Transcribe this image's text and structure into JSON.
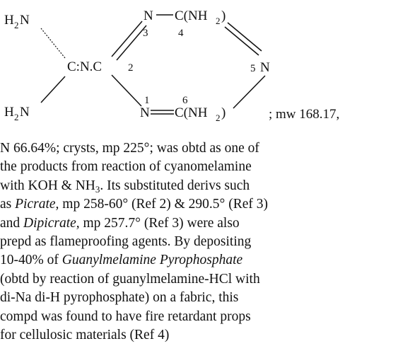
{
  "structure": {
    "left_amine_top": {
      "h": "H",
      "sub": "2",
      "n": "N"
    },
    "left_amine_bottom": {
      "h": "H",
      "sub": "2",
      "n": "N"
    },
    "center_group": "C:N.C",
    "atom_n3": "N",
    "group_c4": {
      "pre": "C(NH",
      "sub": "2",
      "post": ")"
    },
    "atom_n5": "N",
    "atom_n1": "N",
    "group_c6": {
      "pre": "C(NH",
      "sub": "2",
      "post": ")"
    },
    "ring_numbers": {
      "n1": "1",
      "c2": "2",
      "n3": "3",
      "c4": "4",
      "n5": "5",
      "c6": "6"
    },
    "mw_text": "; mw 168.17,"
  },
  "body_text": {
    "line1": "N 66.64%; crysts, mp 225°; was obtd as one of",
    "line2": "the products from reaction of cyanomelamine",
    "line3_pre": "with KOH & NH",
    "line3_sub": "3",
    "line3_post": ". Its substituted derivs such",
    "line4_pre": "as ",
    "line4_italic": "Picrate,",
    "line4_post": " mp 258-60° (Ref 2) & 290.5° (Ref 3)",
    "line5_pre": "and ",
    "line5_italic": "Dipicrate,",
    "line5_post": " mp 257.7° (Ref 3) were also",
    "line6": "prepd as flameproofing agents. By depositing",
    "line7_pre": " 10-40% of ",
    "line7_italic": "Guanylmelamine Pyrophosphate",
    "line8": "(obtd by reaction of guanylmelamine-HCl with",
    "line9": "di-Na di-H pyrophosphate) on a fabric, this",
    "line10": "compd was found to have fire retardant props",
    "line11": "for cellulosic materials (Ref 4)"
  }
}
